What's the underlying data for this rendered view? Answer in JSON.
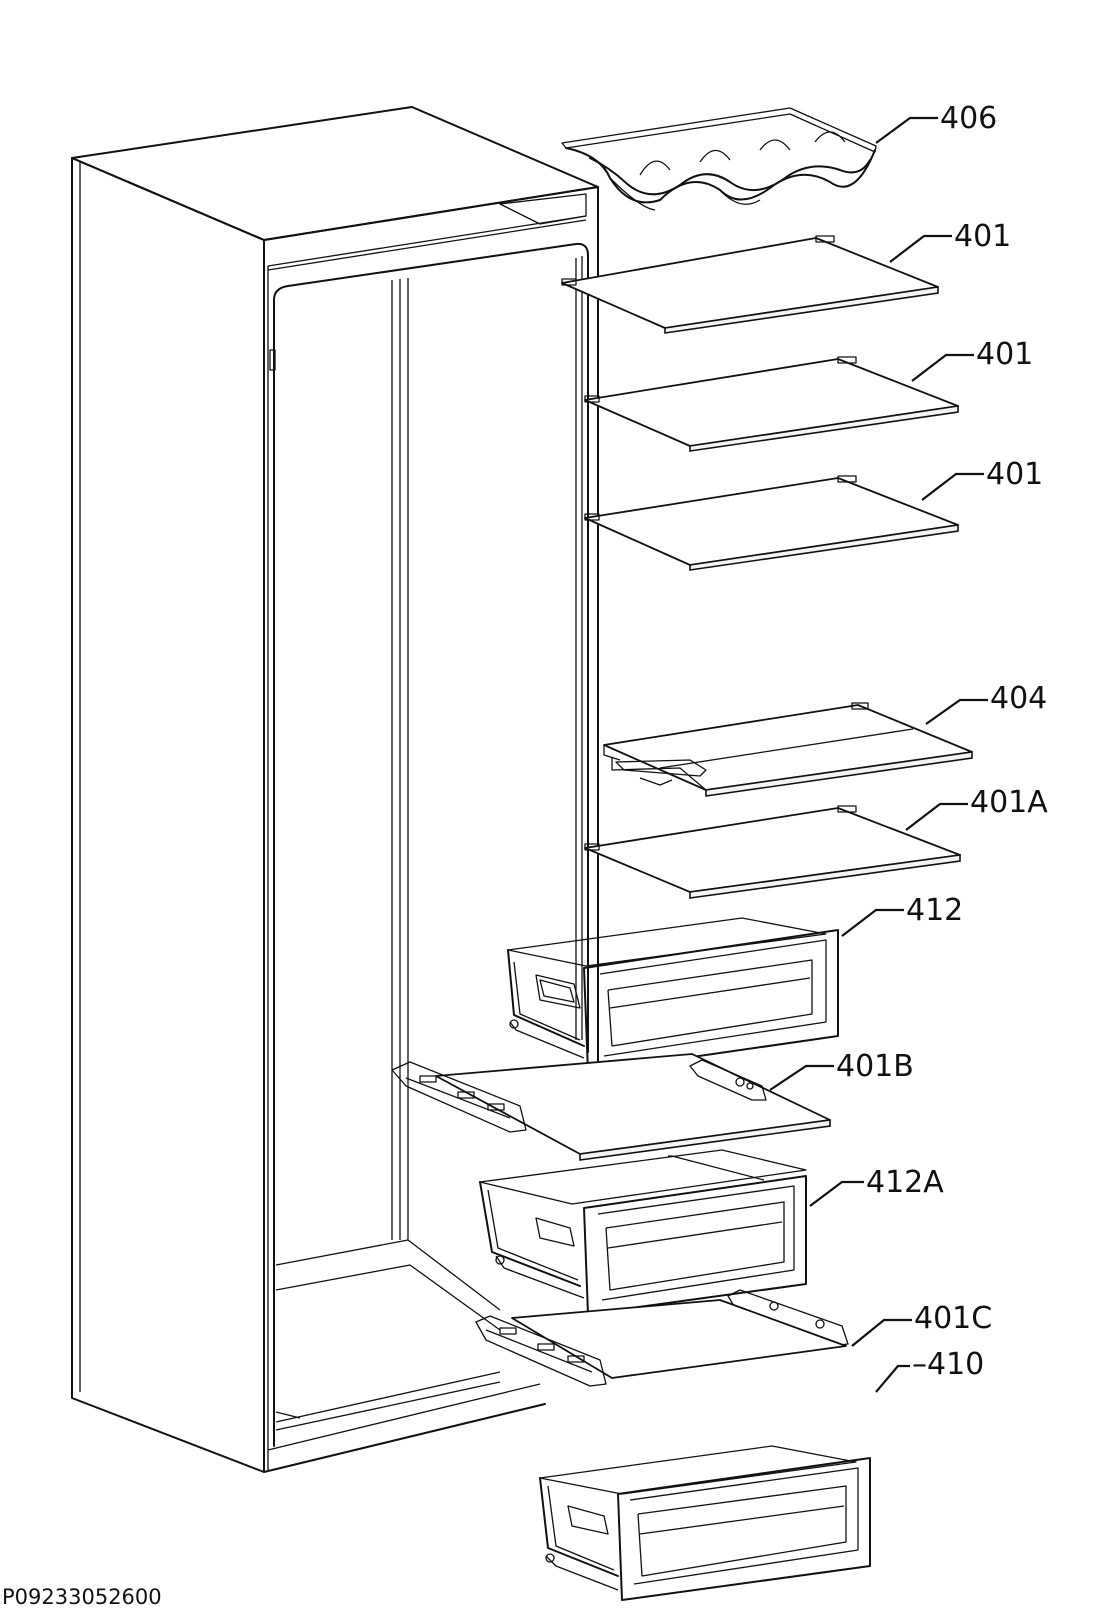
{
  "labels": {
    "wine_rack": "406",
    "shelf_1": "401",
    "shelf_2": "401",
    "shelf_3": "401",
    "split_shelf": "404",
    "shelf_a": "401A",
    "drawer_1": "412",
    "shelf_b": "401B",
    "drawer_2": "412A",
    "shelf_c": "401C",
    "drawer_bottom": "410"
  },
  "drawing_code": "P09233052600"
}
